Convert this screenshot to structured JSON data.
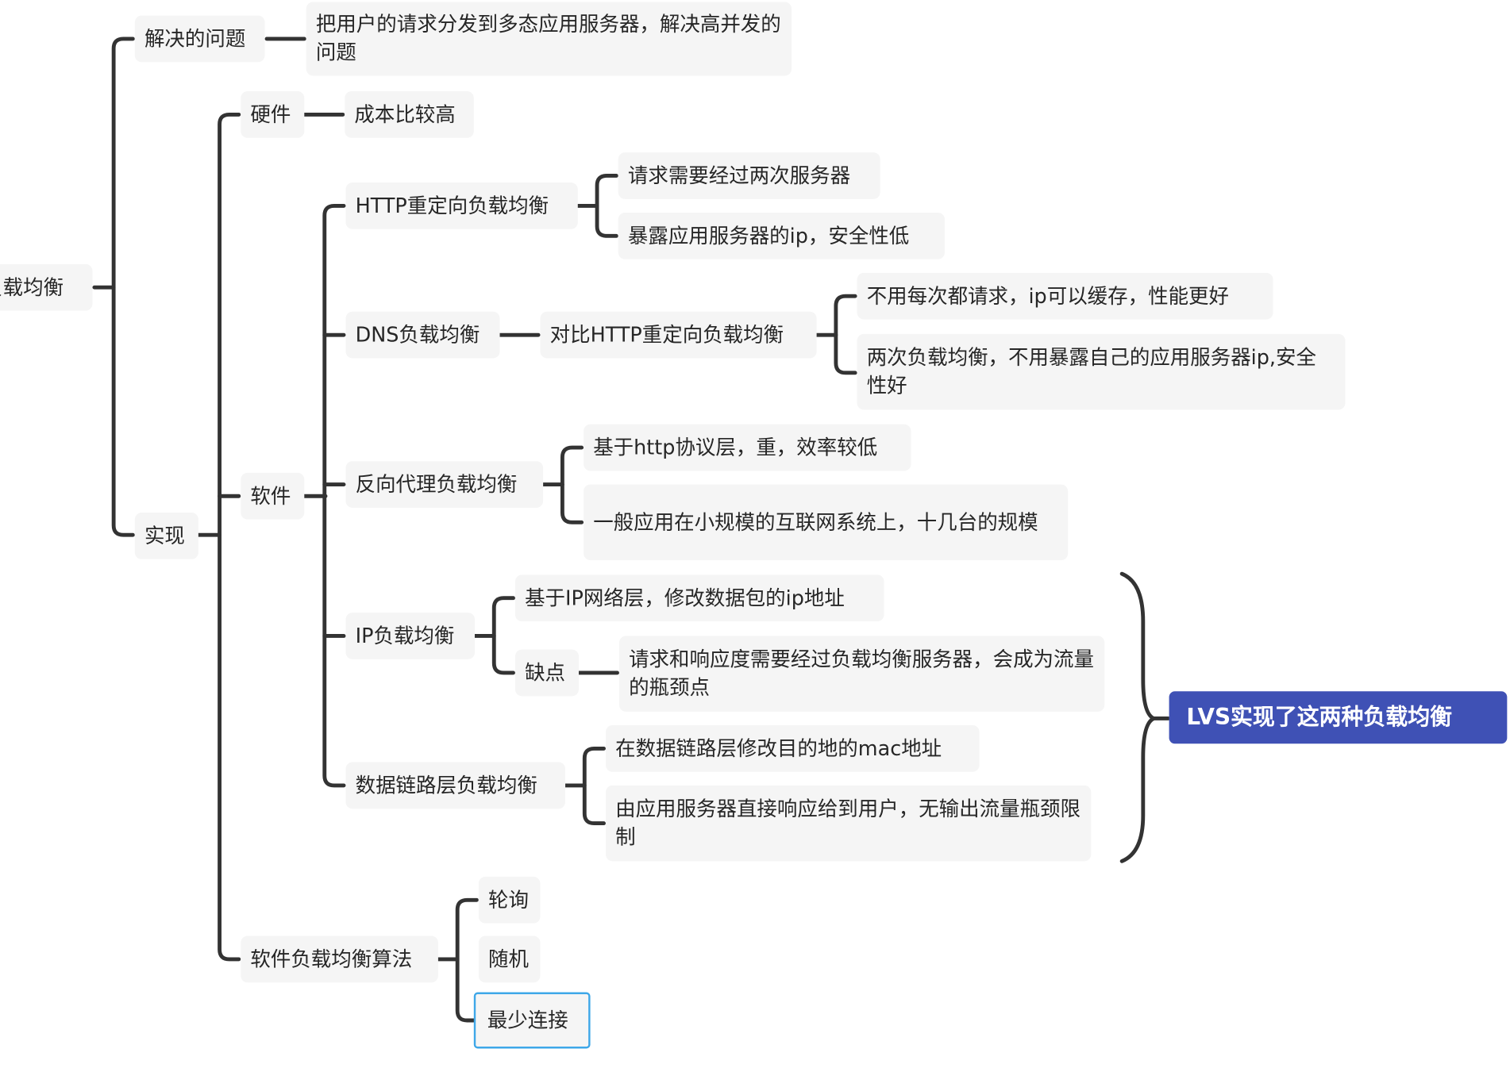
{
  "mindmap": {
    "root": {
      "label": "负载均衡",
      "label_visible": "负载均衡"
    },
    "problem": {
      "label": "解决的问题",
      "detail": "把用户的请求分发到多态应用服务器，解决高并发的问题"
    },
    "implementation": {
      "label": "实现",
      "hardware": {
        "label": "硬件",
        "note": "成本比较高"
      },
      "software": {
        "label": "软件",
        "http_redirect": {
          "label": "HTTP重定向负载均衡",
          "notes": [
            "请求需要经过两次服务器",
            "暴露应用服务器的ip，安全性低"
          ]
        },
        "dns": {
          "label": "DNS负载均衡",
          "compare": "对比HTTP重定向负载均衡",
          "notes": [
            "不用每次都请求，ip可以缓存，性能更好",
            "两次负载均衡，不用暴露自己的应用服务器ip,安全性好"
          ]
        },
        "reverse_proxy": {
          "label": "反向代理负载均衡",
          "notes": [
            "基于http协议层，重，效率较低",
            "一般应用在小规模的互联网系统上，十几台的规模"
          ]
        },
        "ip": {
          "label": "IP负载均衡",
          "note": "基于IP网络层，修改数据包的ip地址",
          "drawback": {
            "label": "缺点",
            "note": "请求和响应度需要经过负载均衡服务器，会成为流量的瓶颈点"
          }
        },
        "data_link": {
          "label": "数据链路层负载均衡",
          "notes": [
            "在数据链路层修改目的地的mac地址",
            "由应用服务器直接响应给到用户，无输出流量瓶颈限制"
          ]
        }
      },
      "algorithms": {
        "label": "软件负载均衡算法",
        "items": [
          "轮询",
          "随机",
          "最少连接"
        ]
      }
    },
    "summary": {
      "label": "LVS实现了这两种负载均衡"
    },
    "colors": {
      "node_bg": "#f5f5f5",
      "line": "#333333",
      "text": "#262626",
      "summary_bg": "#3f51b5",
      "selected_border": "#3ea7e8"
    }
  }
}
